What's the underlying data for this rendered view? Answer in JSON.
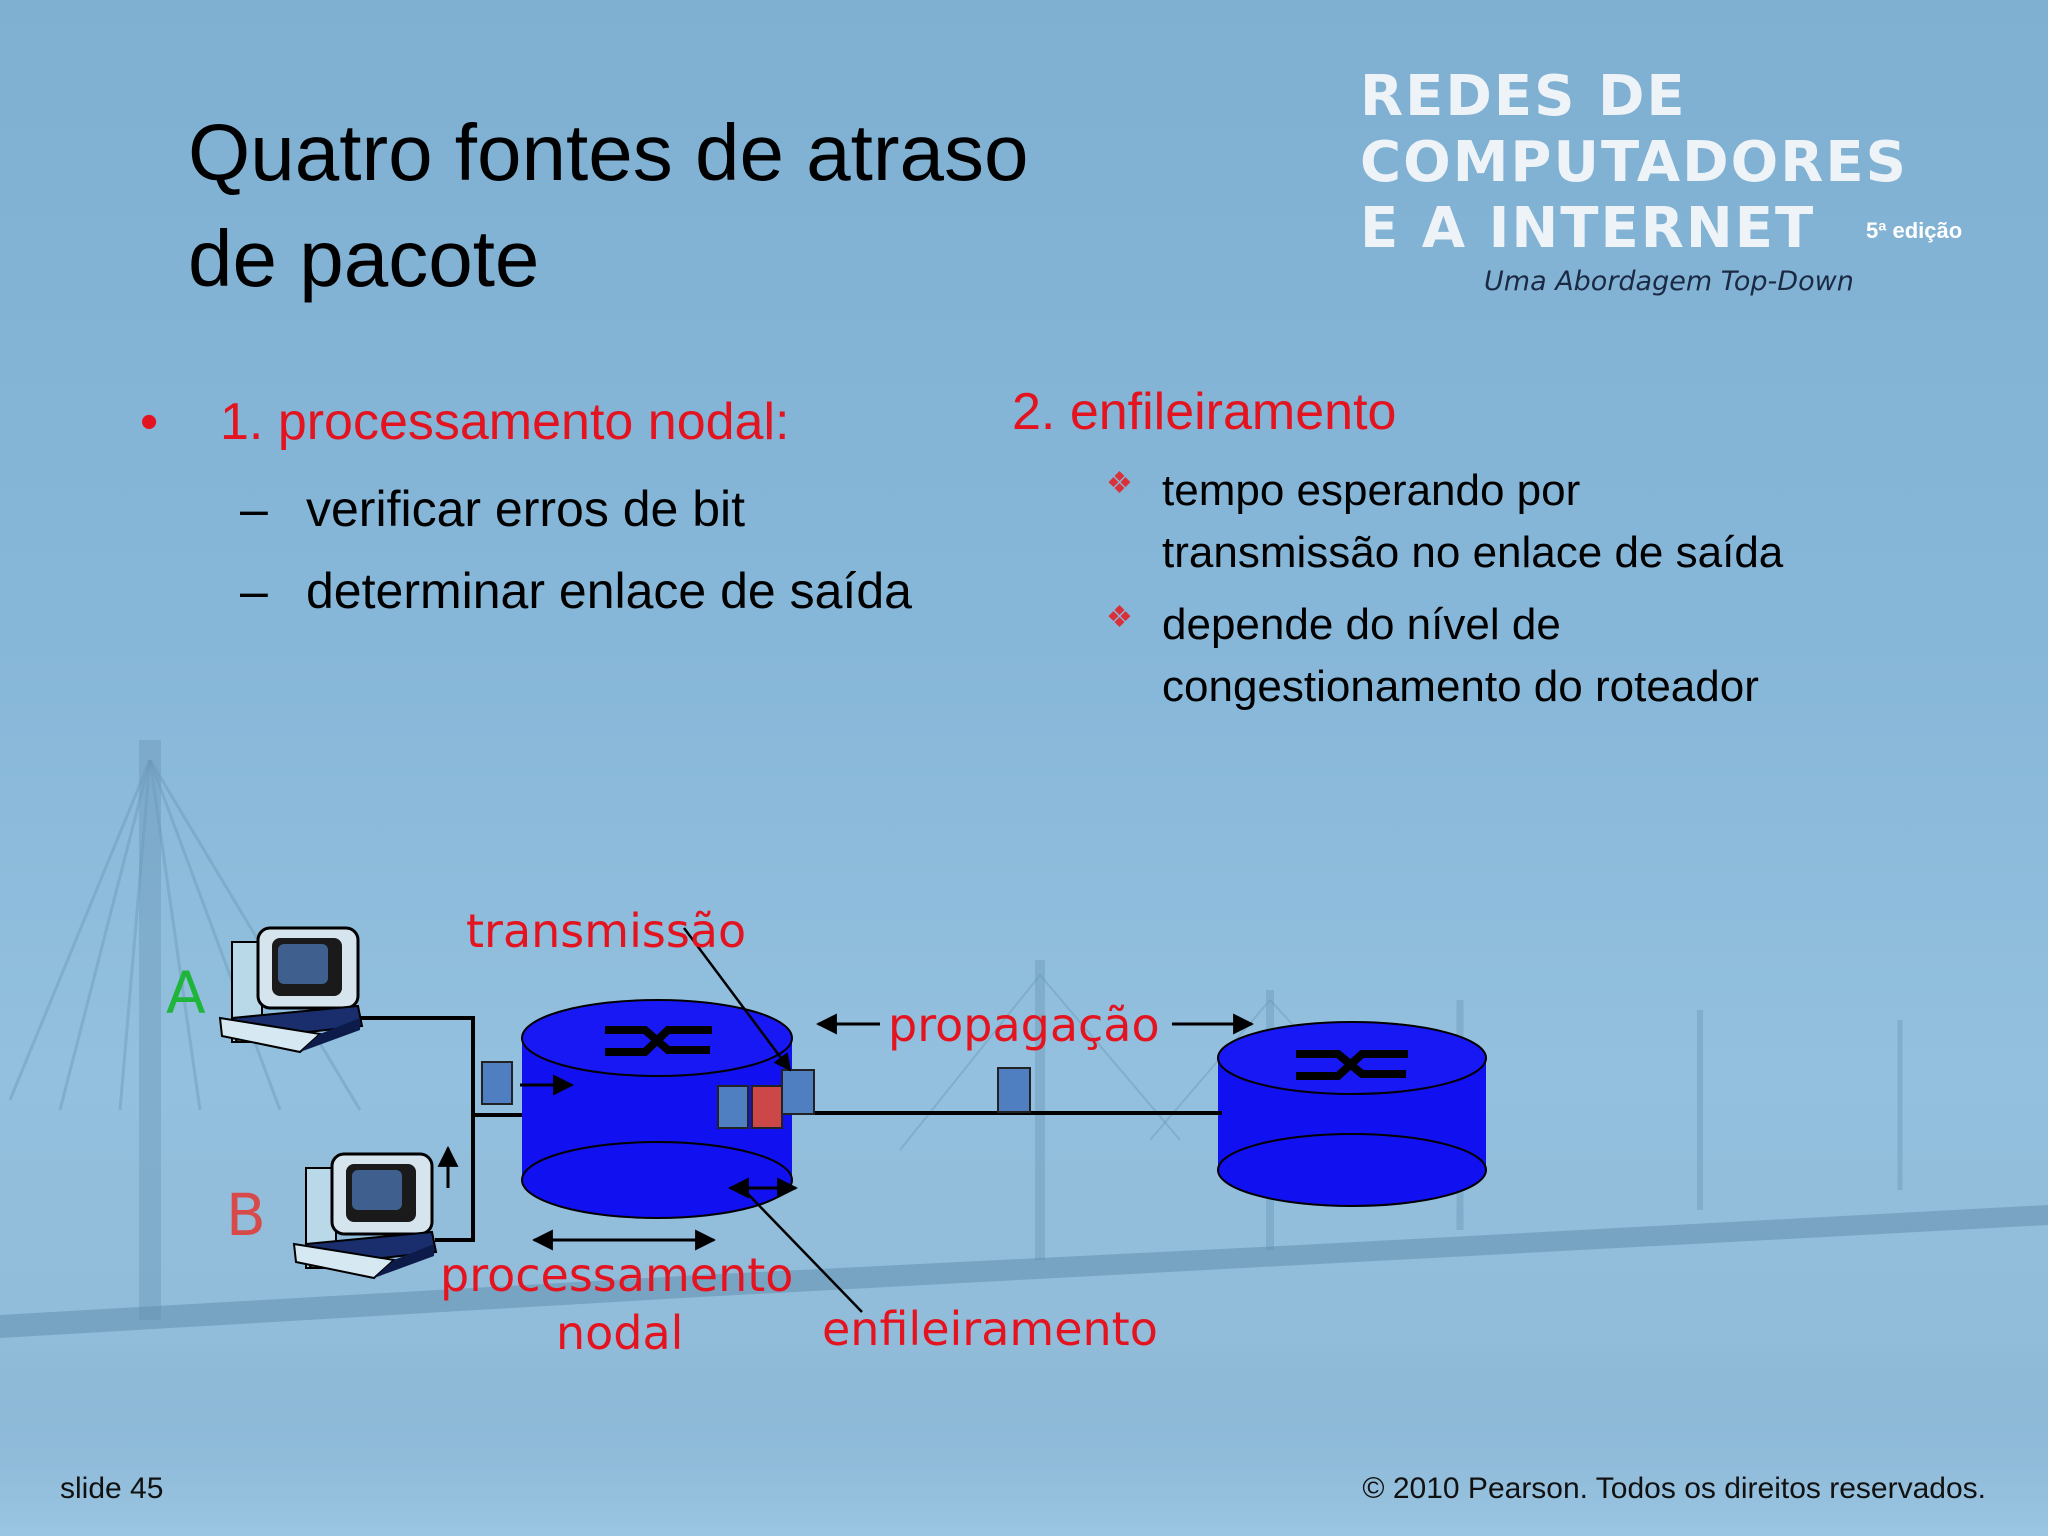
{
  "title": {
    "line1": "Quatro fontes de atraso",
    "line2": "de pacote"
  },
  "logo": {
    "line1": "REDES DE",
    "line2": "COMPUTADORES",
    "line3": "E A INTERNET",
    "edition": "5ª edição",
    "subtitle": "Uma Abordagem Top-Down"
  },
  "left_column": {
    "heading": "1. processamento nodal:",
    "items": [
      "verificar erros de bit",
      "determinar enlace de saída"
    ]
  },
  "right_column": {
    "heading": "2. enfileiramento",
    "items": [
      {
        "line1": "tempo esperando por",
        "line2": "transmissão no enlace de saída"
      },
      {
        "line1": "depende do nível de",
        "line2": "congestionamento do roteador"
      }
    ]
  },
  "diagram": {
    "host_a": "A",
    "host_b": "B",
    "transmission": "transmissão",
    "propagation": "propagação",
    "nodal_processing_1": "processamento",
    "nodal_processing_2": "nodal",
    "queueing": "enfileiramento"
  },
  "footer": {
    "slide": "slide 45",
    "copyright": "© 2010 Pearson. Todos os direitos reservados."
  },
  "colors": {
    "accent_red": "#e3141f",
    "router_blue": "#1010f0",
    "packet_blue": "#4f7ec1",
    "packet_red": "#cc4848",
    "host_a_green": "#1fb53b",
    "host_b_red": "#d84a4a"
  }
}
